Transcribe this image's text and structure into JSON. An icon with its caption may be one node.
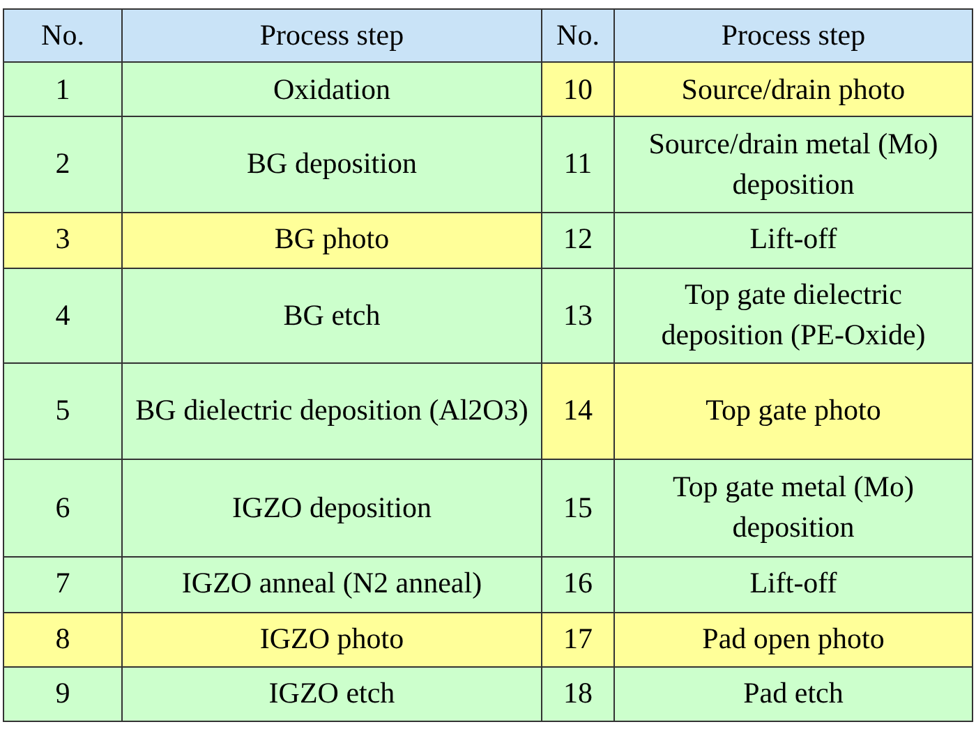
{
  "diagram": {
    "labels": [
      "No.",
      "Process step",
      "No.",
      "Process step",
      "1",
      "Oxidation",
      "10",
      "Source/drain photo",
      "2",
      "BG deposition",
      "11",
      "Source/drain metal (Mo) deposition",
      "3",
      "BG photo",
      "12",
      "Lift-off",
      "4",
      "BG etch",
      "13",
      "Top gate dielectric deposition (PE-Oxide)",
      "5",
      "BG dielectric deposition (Al2O3)",
      "14",
      "Top gate photo",
      "6",
      "IGZO deposition",
      "15",
      "Top gate metal (Mo) deposition",
      "7",
      "IGZO anneal (N2 anneal)",
      "16",
      "Lift-off",
      "8",
      "IGZO photo",
      "17",
      "Pad open photo",
      "9",
      "IGZO etch",
      "18",
      "Pad etch"
    ]
  }
}
